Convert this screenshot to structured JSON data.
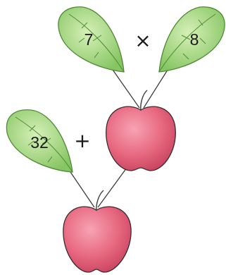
{
  "colors": {
    "leaf": "#9bd37a",
    "leaf_edge": "#4f8a35",
    "apple": "#e05a74",
    "apple_edge": "#3a2a2e",
    "stem": "#3d3d3d"
  },
  "leaves": [
    {
      "value": "7"
    },
    {
      "value": "8"
    },
    {
      "value": "32"
    }
  ],
  "operators": {
    "multiply": "×",
    "add": "+"
  }
}
